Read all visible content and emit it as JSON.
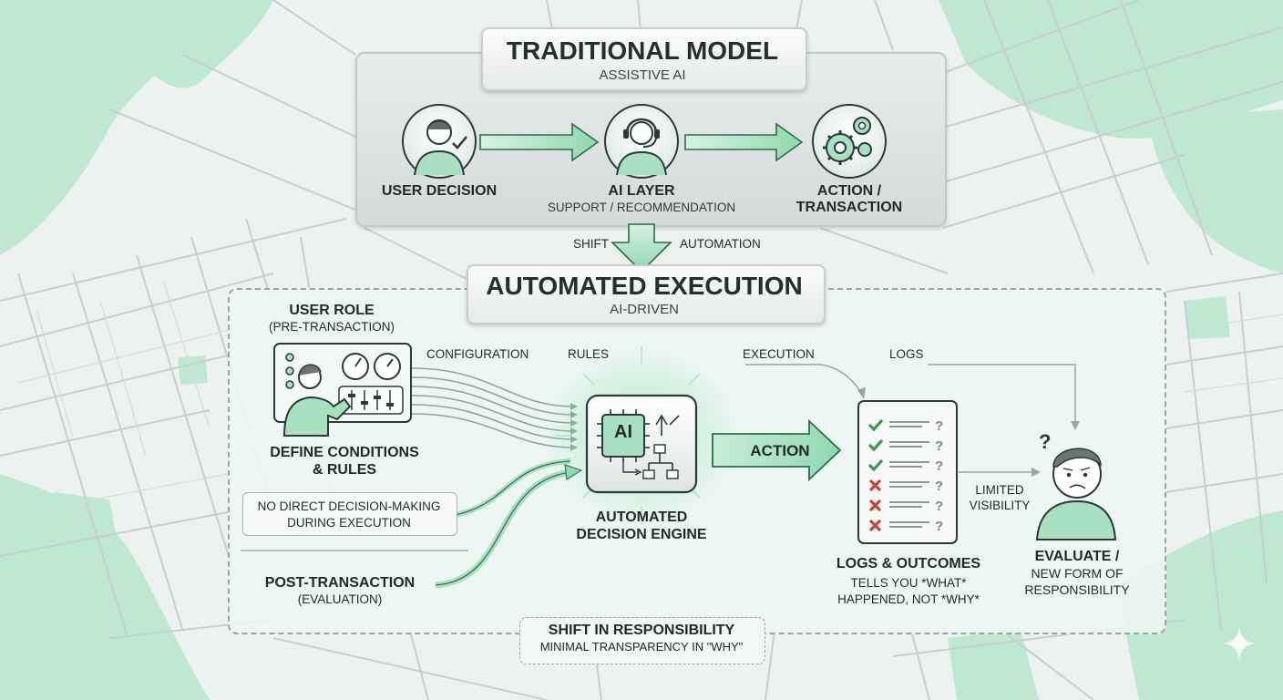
{
  "traditional": {
    "title": "TRADITIONAL MODEL",
    "subtitle": "ASSISTIVE AI",
    "user_decision": "USER DECISION",
    "ai_layer": "AI LAYER",
    "ai_layer_sub": "SUPPORT / RECOMMENDATION",
    "action_line1": "ACTION /",
    "action_line2": "TRANSACTION"
  },
  "shift": {
    "left_label": "SHIFT",
    "right_label": "AUTOMATION"
  },
  "automated": {
    "title": "AUTOMATED EXECUTION",
    "subtitle": "AI-DRIVEN",
    "user_role": "USER ROLE",
    "user_role_sub": "(PRE-TRANSACTION)",
    "define_line1": "DEFINE CONDITIONS",
    "define_line2": "& RULES",
    "no_direct_line1": "NO DIRECT DECISION-MAKING",
    "no_direct_line2": "DURING EXECUTION",
    "post_transaction": "POST-TRANSACTION",
    "post_transaction_sub": "(EVALUATION)",
    "configuration": "CONFIGURATION",
    "rules": "RULES",
    "execution": "EXECUTION",
    "logs": "LOGS",
    "engine_chip": "AI",
    "engine_line1": "AUTOMATED",
    "engine_line2": "DECISION ENGINE",
    "action": "ACTION",
    "log_marks": [
      "check",
      "check",
      "check",
      "cross",
      "cross",
      "cross"
    ],
    "logs_title": "LOGS & OUTCOMES",
    "logs_desc_line1": "TELLS YOU *WHAT*",
    "logs_desc_line2": "HAPPENED, NOT *WHY*",
    "limited_line1": "LIMITED",
    "limited_line2": "VISIBILITY",
    "evaluate_line1": "EVALUATE /",
    "evaluate_line2": "NEW FORM OF",
    "evaluate_line3": "RESPONSIBILITY"
  },
  "footer": {
    "title": "SHIFT IN RESPONSIBILITY",
    "subtitle": "MINIMAL TRANSPARENCY IN \"WHY\""
  },
  "colors": {
    "accent_green": "#8fd9b0",
    "accent_dark": "#2e6b4e",
    "check_green": "#3a9a4e",
    "cross_red": "#c9413c",
    "map_green": "#b8e6cc"
  },
  "icons": [
    "user-check-icon",
    "headset-agent-icon",
    "gears-icon",
    "control-panel-user-icon",
    "ai-chip-icon",
    "checklist-icon",
    "confused-person-icon",
    "sparkle-icon"
  ]
}
